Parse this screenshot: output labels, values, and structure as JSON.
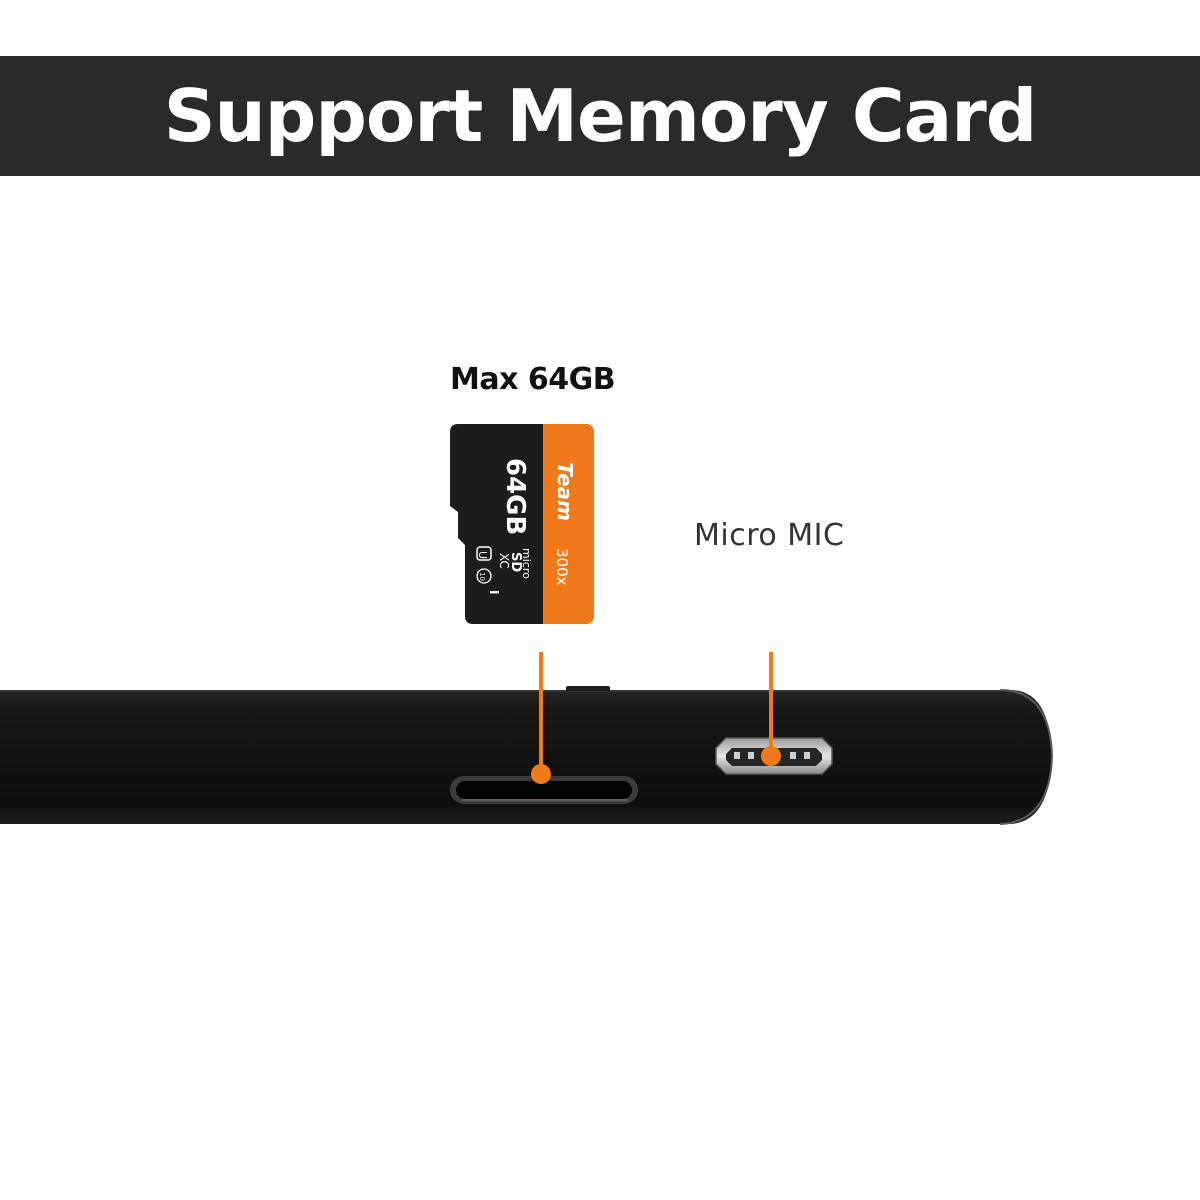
{
  "banner": {
    "title": "Support Memory Card"
  },
  "card_spec": {
    "label": "Max 64GB"
  },
  "card": {
    "brand": "Team",
    "capacity": "64GB",
    "speed": "300x",
    "format_line1": "micro",
    "format_line2": "SD",
    "format_line3": "XC",
    "uhs": "U",
    "class": "10",
    "bus": "I"
  },
  "mic": {
    "label": "Micro MIC"
  },
  "colors": {
    "banner_bg": "#2a2a2a",
    "accent_orange": "#f07a1a",
    "card_black": "#1c1c1c",
    "device_body": "#121212"
  }
}
